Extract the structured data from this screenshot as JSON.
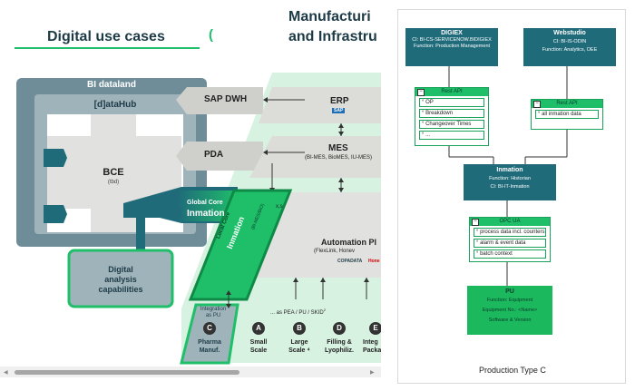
{
  "left": {
    "title_right_line1": "Manufacturi",
    "title_right_line2": "and Infrastru",
    "title_left": "Digital use cases",
    "chevron": "(",
    "bi_dataland": "BI dataland",
    "datahub": "[d]ataHub",
    "sap_dwh": "SAP DWH",
    "pda": "PDA",
    "erp": "ERP",
    "sap_logo": "SAP",
    "mes": "MES",
    "mes_sub": "(BI-MES, BioMES, IU-MES)",
    "bce": "BCE",
    "bce_sub": "(tbd)",
    "global_core_line1": "Global Core",
    "global_core_line2": "Inmation",
    "local_core_line1": "Local Core",
    "local_core_line2": "Inmation",
    "local_core_sub": "(BI-MES/BIO)",
    "digital_analysis_line1": "Digital",
    "digital_analysis_line2": "analysis",
    "digital_analysis_line3": "capabilities",
    "automation_line1": "Automation Pl",
    "automation_line2": "(FlexLink, Honev",
    "copadata": "COPADATA",
    "honey": "Hone",
    "integration_pu_line1": "Integration",
    "integration_pu_line2": "as PU",
    "as_pea": "... as PEA / PU / SKID",
    "as_pea_sup": "2",
    "x_s": "x,s",
    "cases": [
      {
        "letter": "C",
        "line1": "Pharma",
        "line2": "Manuf."
      },
      {
        "letter": "A",
        "line1": "Small",
        "line2": "Scale"
      },
      {
        "letter": "B",
        "line1": "Large",
        "line2": "Scale ⁴"
      },
      {
        "letter": "D",
        "line1": "Filling &",
        "line2": "Lyophiliz."
      },
      {
        "letter": "E",
        "line1": "Integ",
        "line2": "Packa"
      }
    ]
  },
  "right": {
    "digiex": {
      "title": "DIGIEX",
      "ci": "CI: BI-CS-SERVICENOW.BIDIGIEX",
      "function": "Function: Production Management"
    },
    "webstudio": {
      "title": "Webstudio",
      "ci": "CI: BI-IS-ODIN",
      "function": "Function: Analytics, OEE"
    },
    "restapi1": {
      "title": "Rest API",
      "items": [
        "OP",
        "Breakdown",
        "Changeover Times",
        "..."
      ]
    },
    "restapi2": {
      "title": "Rest API",
      "items": [
        "all inmation data"
      ]
    },
    "inmation": {
      "title": "Inmation",
      "function": "Function: Historian",
      "ci": "CI: BI-IT-Inmation"
    },
    "opcua": {
      "title": "OPC UA",
      "items": [
        "process data incl. counters",
        "alarm & event data",
        "batch context"
      ]
    },
    "pu": {
      "title": "PU",
      "function": "Function: Equipment",
      "equipment": "Equipment No.: <Name>",
      "software": "Software & Version"
    },
    "caption": "Production Type C"
  }
}
